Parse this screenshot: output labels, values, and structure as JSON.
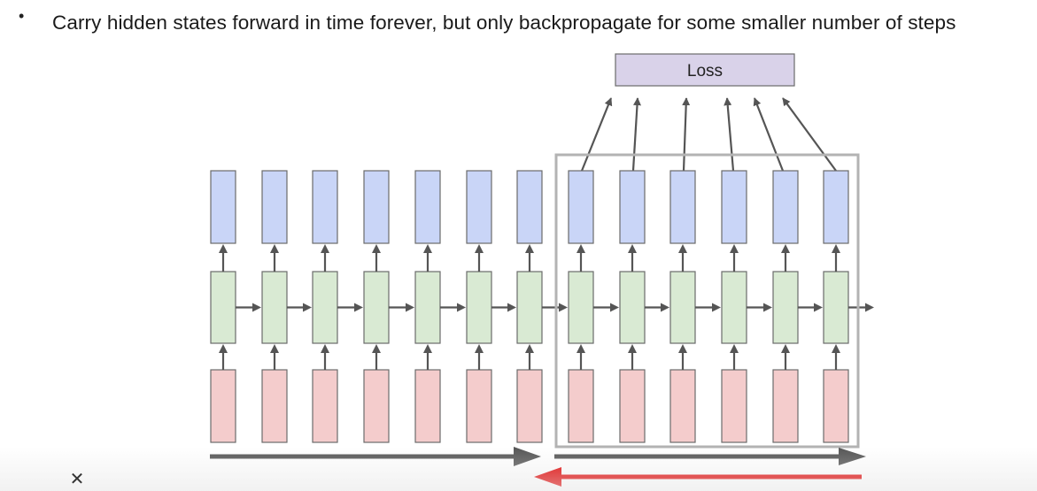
{
  "slide": {
    "bullet": "•",
    "text": "Carry hidden states forward in time forever, but only backpropagate for some smaller number of steps"
  },
  "diagram": {
    "loss_label": "Loss",
    "timesteps": 13,
    "truncated_window_steps": 6,
    "colors": {
      "output_fill": "#c9d5f7",
      "hidden_fill": "#d9ead3",
      "input_fill": "#f4cccc",
      "loss_fill": "#d9d2e9",
      "box_stroke": "#6b6b6b",
      "arrow": "#555555",
      "window": "#b3b3b3",
      "forward_arrow": "#555555",
      "backward_arrow": "#e00000"
    }
  },
  "overlay": {
    "close_glyph": "✕"
  }
}
